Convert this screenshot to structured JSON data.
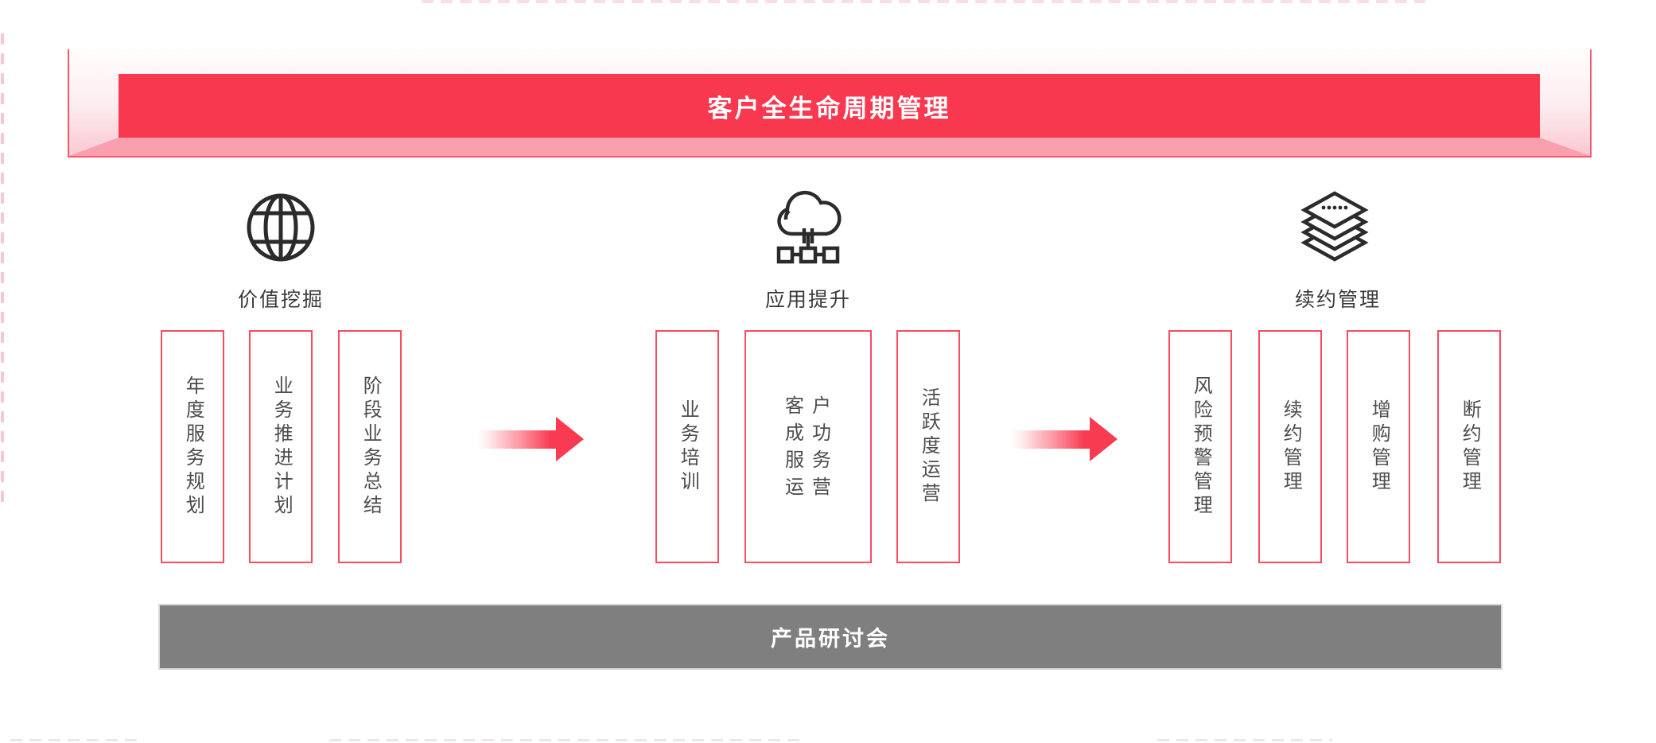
{
  "banner": {
    "title": "客户全生命周期管理"
  },
  "sections": [
    {
      "label": "价值挖掘",
      "icon": "globe-icon",
      "boxes": [
        "年度服务规划",
        "业务推进计划",
        "阶段业务总结"
      ]
    },
    {
      "label": "应用提升",
      "icon": "cloud-network-icon",
      "boxes": [
        "业务培训",
        "客户成功服务运营",
        "活跃度运营"
      ]
    },
    {
      "label": "续约管理",
      "icon": "layers-icon",
      "boxes": [
        "风险预警管理",
        "续约管理",
        "增购管理",
        "断约管理"
      ]
    }
  ],
  "footer": {
    "label": "产品研讨会"
  },
  "colors": {
    "banner_red": "#f8384f",
    "banner_floor_pink": "#fa9fad",
    "frame_border_pink": "#f7566c",
    "box_border_red": "#f94b62",
    "arrow_red": "#f93b52",
    "footer_gray": "#7f7f7f",
    "section_label_text": "#3a3a3a",
    "box_text": "#4d4d4d",
    "icon_stroke": "#2b2b2b"
  }
}
